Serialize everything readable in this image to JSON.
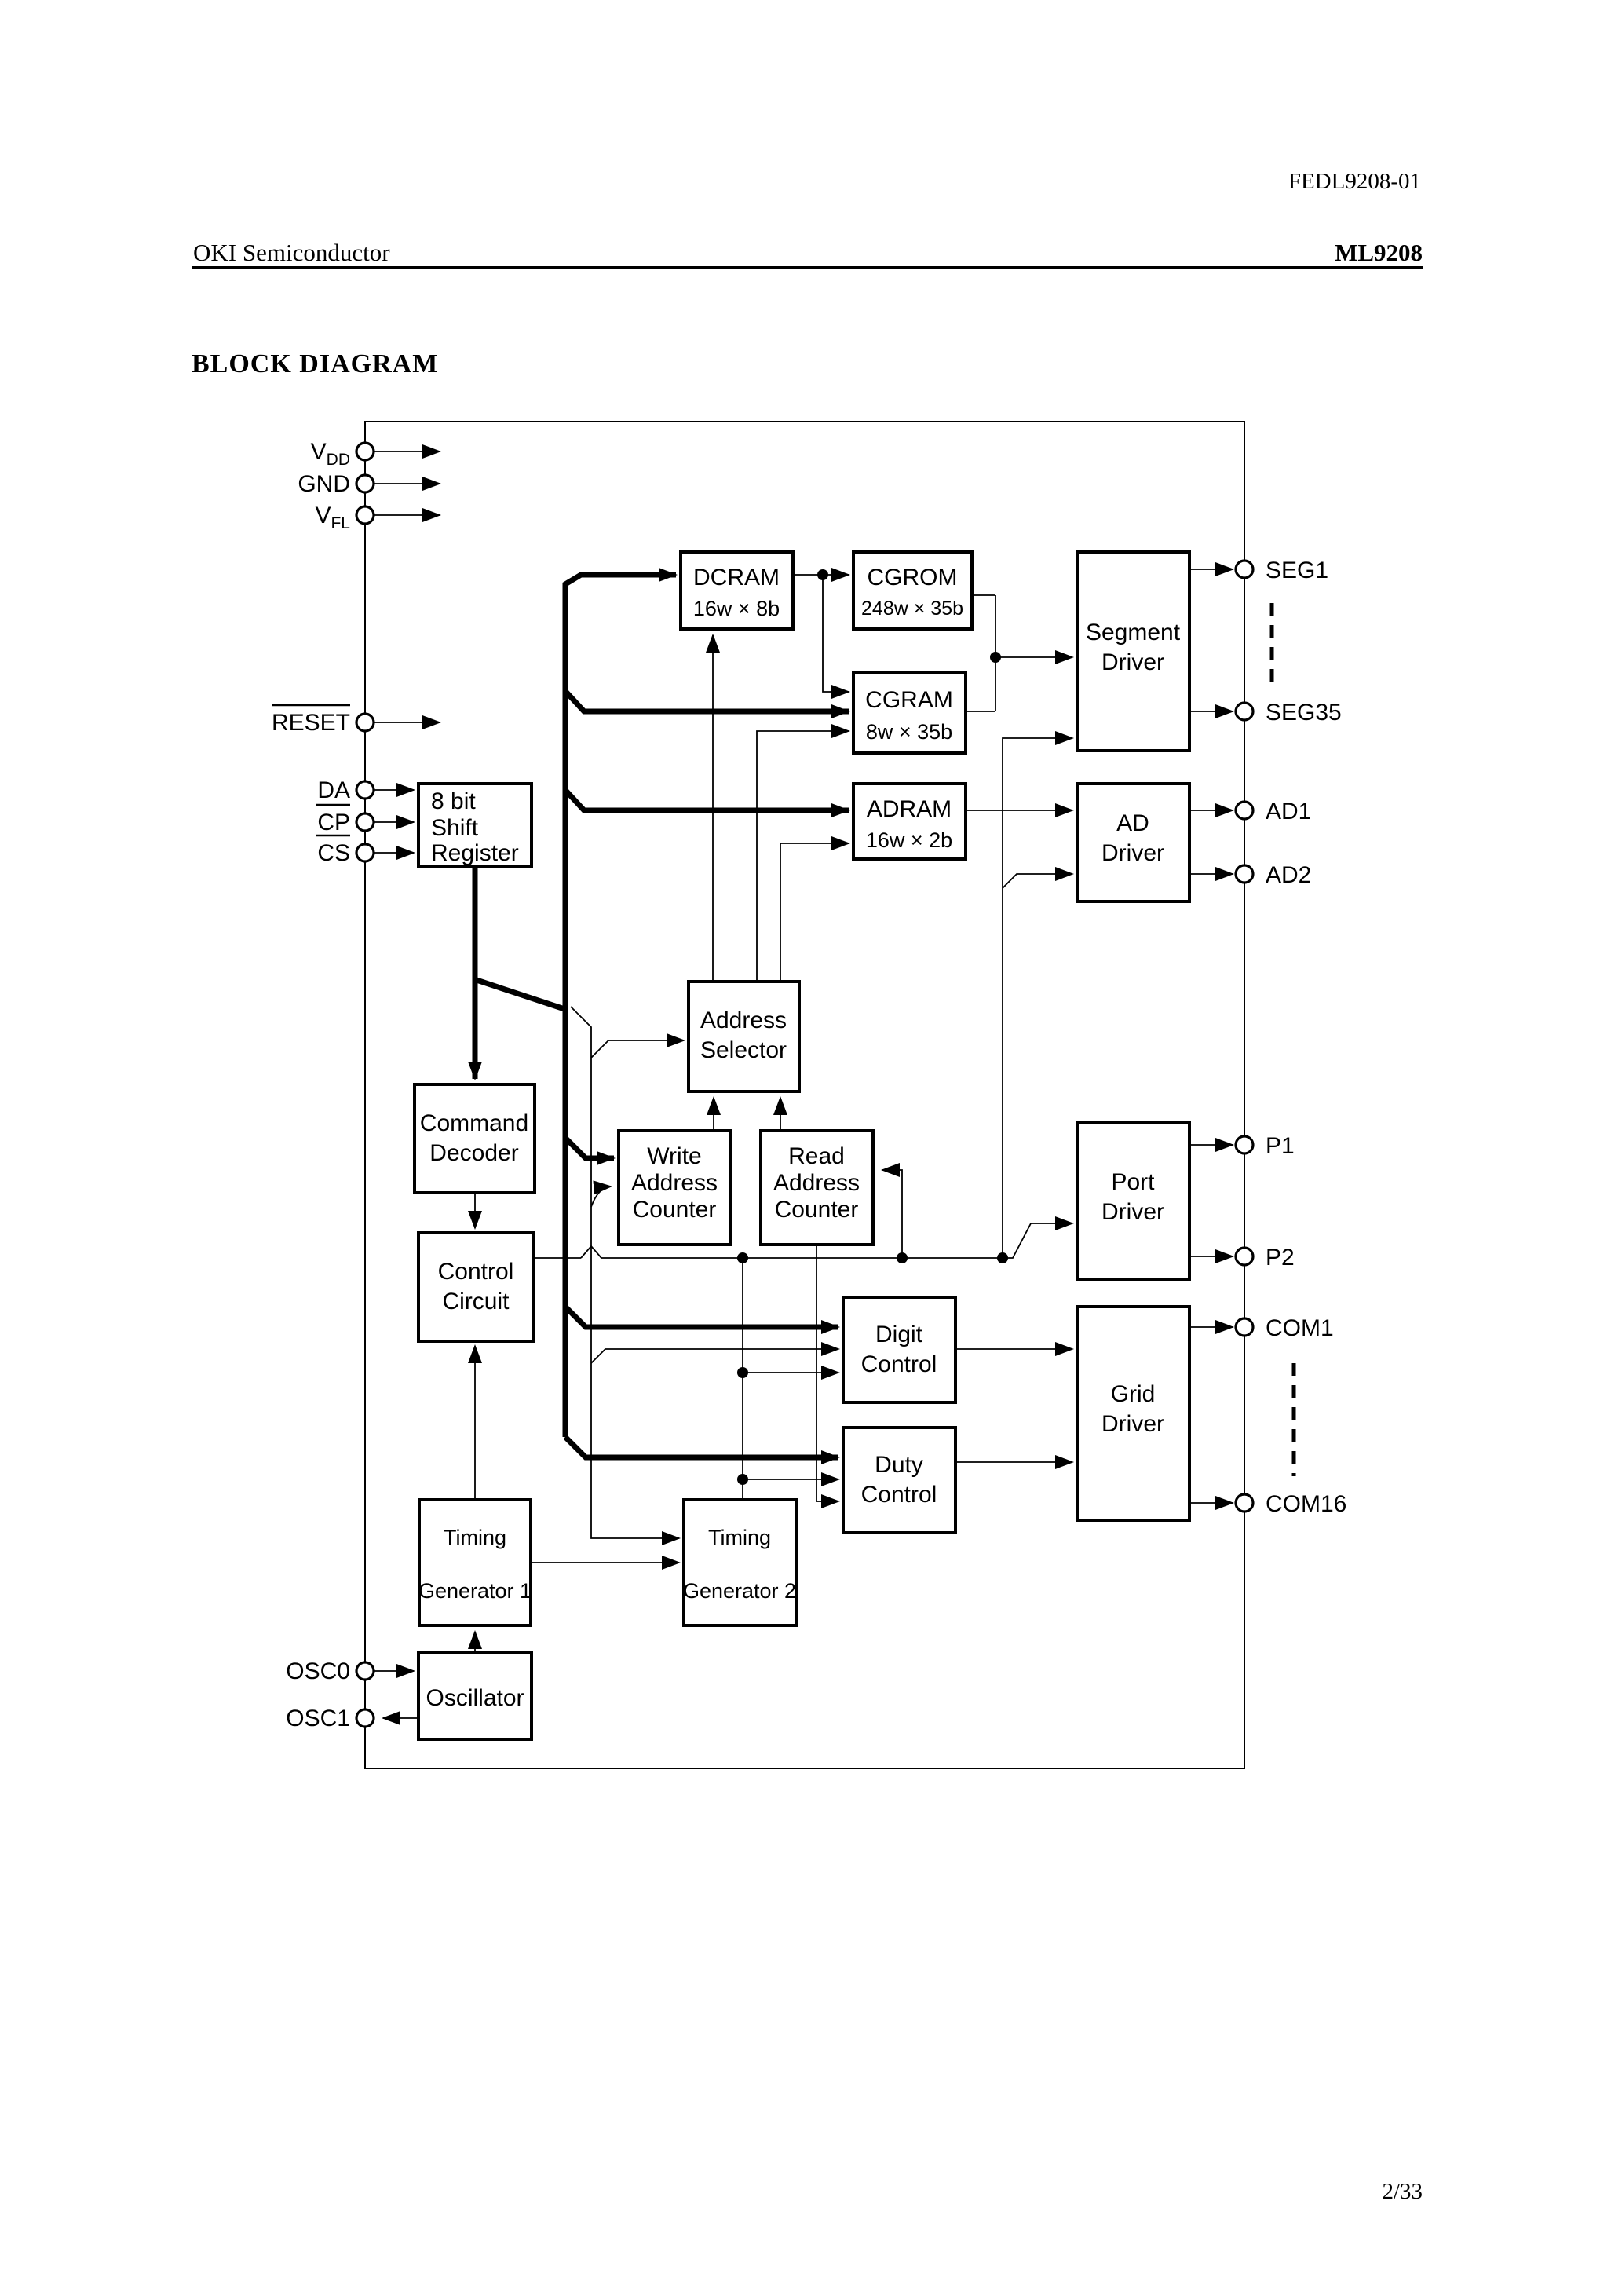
{
  "header": {
    "doc_number": "FEDL9208-01",
    "company": "OKI Semiconductor",
    "part_number": "ML9208"
  },
  "title": "BLOCK DIAGRAM",
  "footer": {
    "page": "2/33"
  },
  "colors": {
    "ink": "#000000",
    "paper": "#ffffff"
  },
  "blocks": {
    "shift_register": {
      "lines": [
        "8 bit",
        "Shift",
        "Register"
      ]
    },
    "command_decoder": {
      "lines": [
        "Command",
        "Decoder"
      ]
    },
    "control_circuit": {
      "lines": [
        "Control",
        "Circuit"
      ]
    },
    "dcram": {
      "lines": [
        "DCRAM",
        "16w × 8b"
      ]
    },
    "cgrom": {
      "lines": [
        "CGROM",
        "248w × 35b"
      ]
    },
    "cgram": {
      "lines": [
        "CGRAM",
        "8w × 35b"
      ]
    },
    "adram": {
      "lines": [
        "ADRAM",
        "16w × 2b"
      ]
    },
    "address_selector": {
      "lines": [
        "Address",
        "Selector"
      ]
    },
    "write_address_counter": {
      "lines": [
        "Write",
        "Address",
        "Counter"
      ]
    },
    "read_address_counter": {
      "lines": [
        "Read",
        "Address",
        "Counter"
      ]
    },
    "digit_control": {
      "lines": [
        "Digit",
        "Control"
      ]
    },
    "duty_control": {
      "lines": [
        "Duty",
        "Control"
      ]
    },
    "segment_driver": {
      "lines": [
        "Segment",
        "Driver"
      ]
    },
    "ad_driver": {
      "lines": [
        "AD",
        "Driver"
      ]
    },
    "port_driver": {
      "lines": [
        "Port",
        "Driver"
      ]
    },
    "grid_driver": {
      "lines": [
        "Grid",
        "Driver"
      ]
    },
    "timing_generator_1": {
      "lines": [
        "Timing",
        "Generator 1"
      ]
    },
    "timing_generator_2": {
      "lines": [
        "Timing",
        "Generator 2"
      ]
    },
    "oscillator": {
      "lines": [
        "Oscillator"
      ]
    }
  },
  "pins": {
    "left": [
      {
        "base": "V",
        "sub": "DD"
      },
      {
        "label": "GND"
      },
      {
        "base": "V",
        "sub": "FL"
      },
      {
        "label": "RESET"
      },
      {
        "label": "DA"
      },
      {
        "label": "CP"
      },
      {
        "label": "CS"
      },
      {
        "label": "OSC0"
      },
      {
        "label": "OSC1"
      }
    ],
    "right": [
      "SEG1",
      "SEG35",
      "AD1",
      "AD2",
      "P1",
      "P2",
      "COM1",
      "COM16"
    ]
  }
}
